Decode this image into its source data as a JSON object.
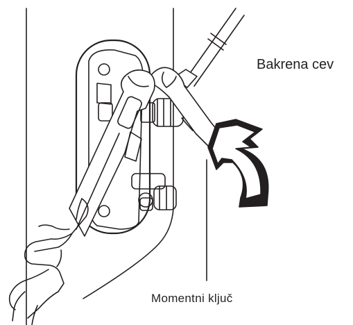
{
  "labels": {
    "copper_pipe": "Bakrena cev",
    "torque_wrench": "Momentni ključ"
  },
  "colors": {
    "line": "#231f20",
    "fill": "#ffffff",
    "arrow_fill": "#231f20"
  },
  "icons": [
    "adjustable-wrench",
    "torque-wrench",
    "rotation-arrow",
    "hand"
  ]
}
